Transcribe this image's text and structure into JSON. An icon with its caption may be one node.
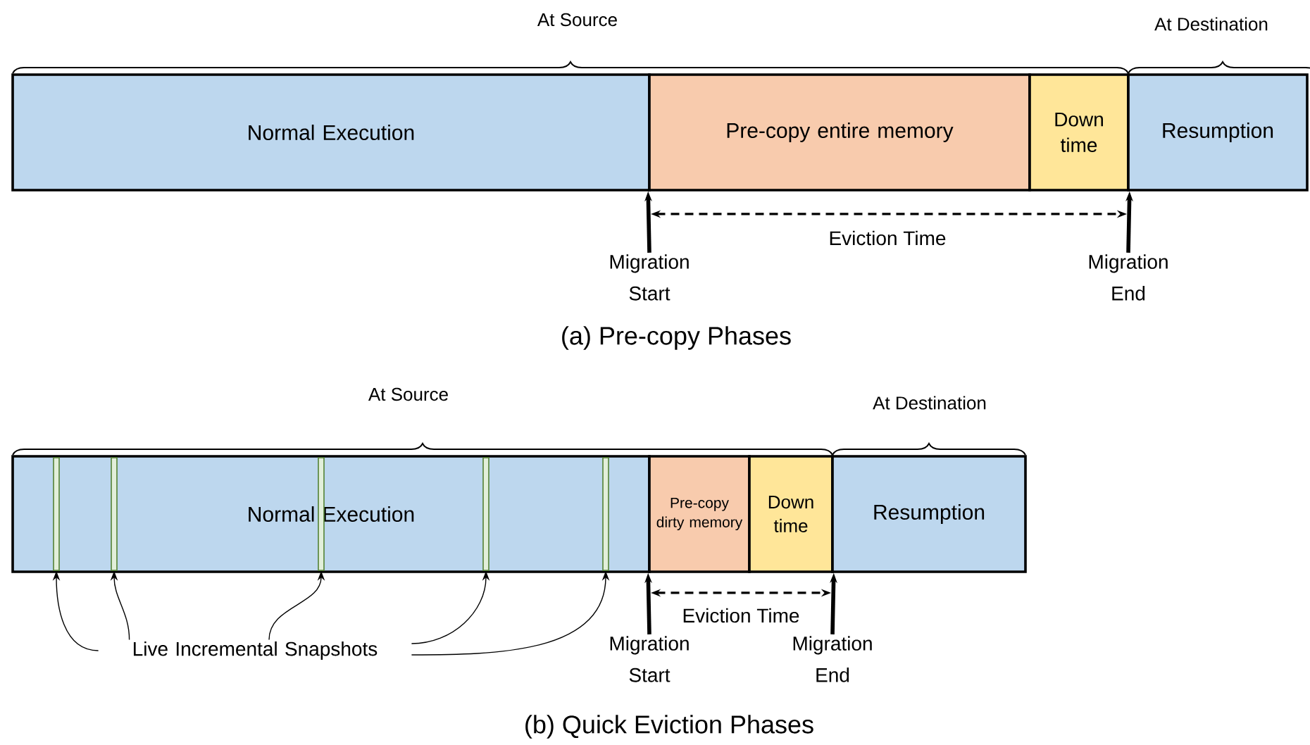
{
  "diagram": {
    "nodes": [
      {
        "text": [
          "Normal Execution"
        ]
      },
      {
        "text": [
          "Pre-copy entire memory"
        ]
      },
      {
        "text": [
          "Down time"
        ]
      },
      {
        "text": [
          "Resumption"
        ]
      },
      {
        "text": [
          "Migration Start"
        ]
      },
      {
        "text": [
          "Migration End"
        ]
      },
      {
        "text": [
          "Normal Execution"
        ]
      },
      {
        "text": [
          "Pre-copy dirty memory"
        ]
      },
      {
        "text": [
          "Down time"
        ]
      },
      {
        "text": [
          "Resumption"
        ]
      },
      {
        "text": [],
        "shape": "bar",
        "in": 6
      },
      {
        "text": [],
        "shape": "bar",
        "in": 6
      },
      {
        "text": [],
        "shape": "bar",
        "in": 6
      },
      {
        "text": [],
        "shape": "bar",
        "in": 6
      },
      {
        "text": [],
        "shape": "bar",
        "in": 6
      },
      {
        "text": [
          "Live Incremental Snapshots"
        ]
      },
      {
        "text": [
          "Migration Start"
        ]
      },
      {
        "text": [
          "Migration End"
        ]
      }
    ],
    "edges": [
      {
        "from": 4,
        "to": 1,
        "arrow": "to",
        "style": "thick"
      },
      {
        "from": 5,
        "to": 2,
        "arrow": "to",
        "style": "thick"
      },
      {
        "from": 15,
        "to": 10,
        "arrow": "to"
      },
      {
        "from": 15,
        "to": 11,
        "arrow": "to"
      },
      {
        "from": 15,
        "to": 12,
        "arrow": "to"
      },
      {
        "from": 15,
        "to": 13,
        "arrow": "to"
      },
      {
        "from": 15,
        "to": 14,
        "arrow": "to"
      },
      {
        "from": 16,
        "to": 7,
        "arrow": "to",
        "style": "thick"
      },
      {
        "from": 17,
        "to": 8,
        "arrow": "to",
        "style": "thick"
      }
    ],
    "labels": [
      "At Source",
      "At Destination",
      "Eviction Time",
      "(a) Pre-copy Phases",
      "At Source",
      "At Destination",
      "Eviction Time",
      "(b) Quick Eviction Phases"
    ]
  }
}
